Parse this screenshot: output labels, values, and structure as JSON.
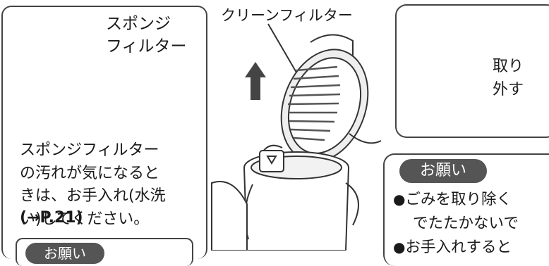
{
  "callouts": {
    "sponge_filter": [
      "スポンジ",
      "フィルター"
    ],
    "clean_filter": "クリーンフィルター",
    "remove": [
      "取り",
      "外す"
    ]
  },
  "instructions": {
    "lines": [
      "スポンジフィルター",
      "の汚れが気になると",
      "きは、お手入れ(水洗",
      "い)してください。"
    ],
    "reference": "(→P.21)"
  },
  "left_notice": {
    "header": "お願い"
  },
  "notice": {
    "header": "お願い",
    "bullet": "●",
    "items": [
      "ごみを取り除く",
      "でたたかないで",
      "お手入れすると"
    ]
  },
  "colors": {
    "ink": "#1a1a1a",
    "panel_border": "#444444",
    "badge_bg": "#555555",
    "filter_gray": "#cfcfcf"
  }
}
